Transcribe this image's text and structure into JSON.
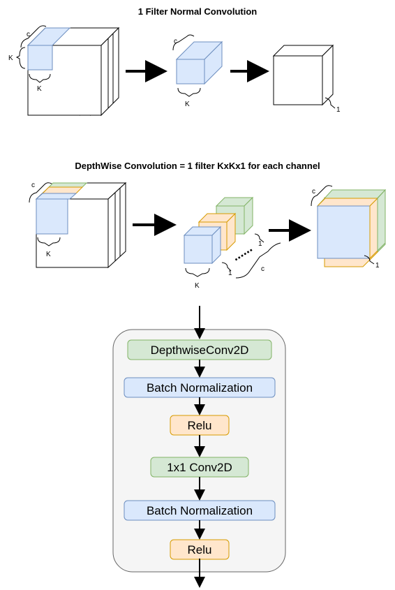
{
  "sections": {
    "normal_title": "1 Filter Normal Convolution",
    "depthwise_title": "DepthWise Convolution = 1 filter KxKx1 for each channel"
  },
  "labels": {
    "c": "c",
    "k_upper": "K",
    "k_lower": "K",
    "one": "1",
    "dots": "......"
  },
  "pipeline": {
    "steps": [
      {
        "label": "DepthwiseConv2D",
        "kind": "green"
      },
      {
        "label": "Batch Normalization",
        "kind": "blue"
      },
      {
        "label": "Relu",
        "kind": "orange"
      },
      {
        "label": "1x1 Conv2D",
        "kind": "green"
      },
      {
        "label": "Batch Normalization",
        "kind": "blue"
      },
      {
        "label": "Relu",
        "kind": "orange"
      }
    ]
  },
  "colors": {
    "blue_fill": "#dae8fc",
    "blue_stroke": "#6c8ebf",
    "green_fill": "#d5e8d4",
    "green_stroke": "#82b366",
    "orange_fill": "#ffe6cc",
    "orange_stroke": "#d79b00",
    "panel_fill": "#f5f5f5",
    "panel_stroke": "#666666"
  }
}
